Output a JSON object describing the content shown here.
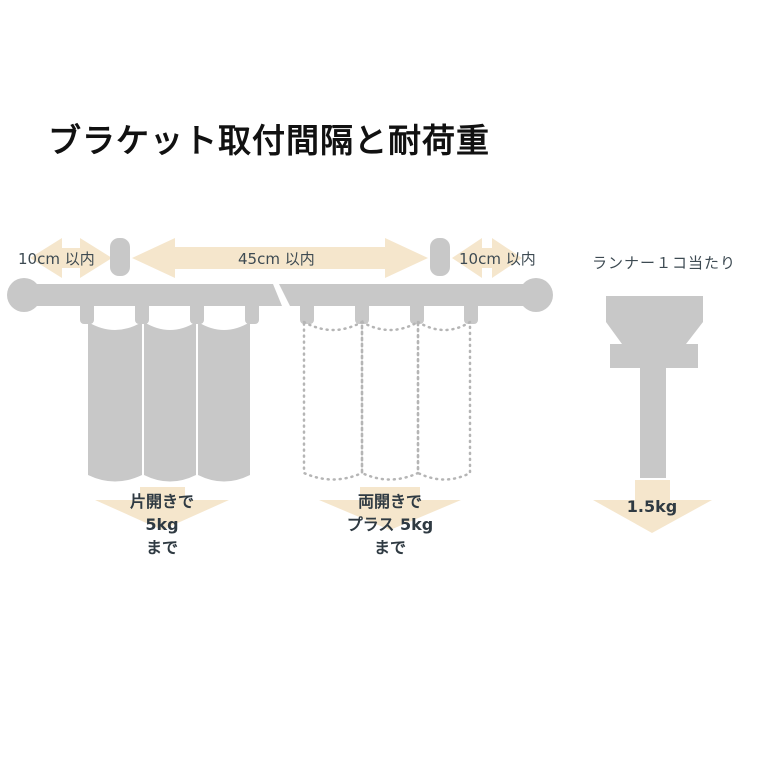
{
  "title": "ブラケット取付間隔と耐荷重",
  "spacing": {
    "left": "10cm 以内",
    "middle": "45cm 以内",
    "right": "10cm 以内"
  },
  "runner": {
    "label": "ランナー１コ当たり",
    "load": "1.5kg"
  },
  "single_open": {
    "line1": "片開きで",
    "line2": "5kg",
    "line3": "まで"
  },
  "double_open": {
    "line1": "両開きで",
    "line2": "プラス 5kg",
    "line3": "まで"
  },
  "colors": {
    "arrow": "#f5e6cc",
    "rail": "#c8c8c8",
    "curtain": "#c8c8c8",
    "curtain_dotted": "#b5b5b5",
    "text": "#3d4a52"
  }
}
